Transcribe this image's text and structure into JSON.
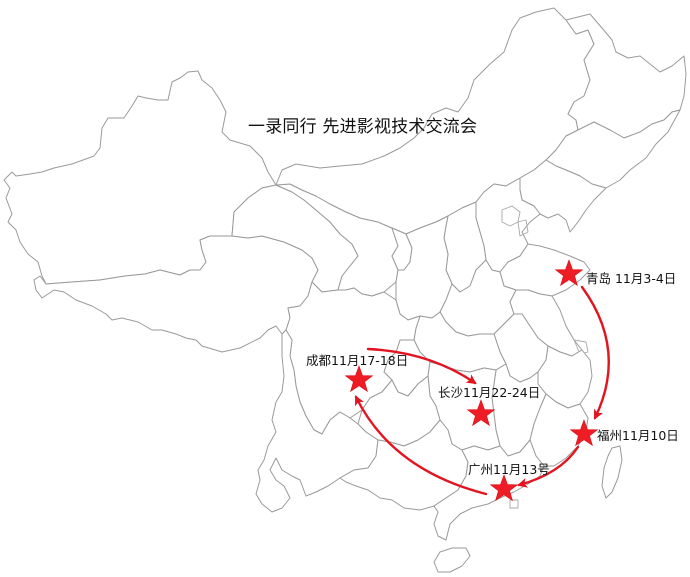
{
  "title": "一录同行 先进影视技术交流会",
  "colors": {
    "star": "#ee1c25",
    "route": "#e3141f",
    "border": "#9a9a9a",
    "background": "#ffffff",
    "text": "#111111"
  },
  "stops": [
    {
      "city": "青岛",
      "label": "青岛 11月3-4日",
      "order": 1
    },
    {
      "city": "福州",
      "label": "福州11月10日",
      "order": 2
    },
    {
      "city": "广州",
      "label": "广州11月13号",
      "order": 3
    },
    {
      "city": "成都",
      "label": "成都11月17-18日",
      "order": 4
    },
    {
      "city": "长沙",
      "label": "长沙11月22-24日",
      "order": 5
    }
  ],
  "route": [
    "青岛",
    "福州",
    "广州",
    "成都",
    "长沙"
  ],
  "icons": {
    "marker": "star-icon",
    "route_arrow": "arrow-icon"
  }
}
